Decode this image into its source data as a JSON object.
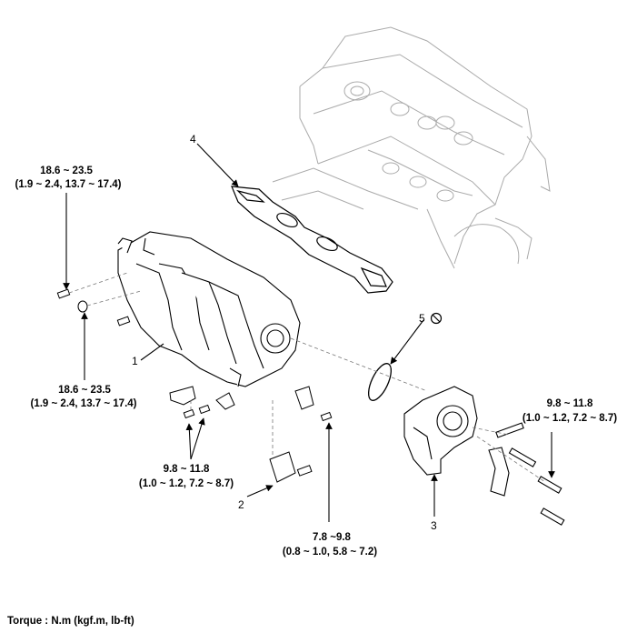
{
  "callouts": {
    "c1": "1",
    "c2": "2",
    "c3": "3",
    "c4": "4",
    "c5": "5"
  },
  "torque": {
    "t_top_left_a": "18.6 ~ 23.5",
    "t_top_left_b": "(1.9 ~ 2.4, 13.7 ~ 17.4)",
    "t_mid_left_a": "18.6 ~ 23.5",
    "t_mid_left_b": "(1.9 ~ 2.4, 13.7 ~ 17.4)",
    "t_bottom_left_a": "9.8 ~ 11.8",
    "t_bottom_left_b": "(1.0 ~ 1.2, 7.2 ~ 8.7)",
    "t_bottom_mid_a": "7.8 ~9.8",
    "t_bottom_mid_b": "(0.8 ~ 1.0, 5.8 ~ 7.2)",
    "t_right_a": "9.8 ~ 11.8",
    "t_right_b": "(1.0 ~ 1.2, 7.2 ~ 8.7)"
  },
  "footer": "Torque : N.m (kgf.m, lb-ft)",
  "icons": {
    "no_reuse": "prohibited-circle-icon"
  }
}
